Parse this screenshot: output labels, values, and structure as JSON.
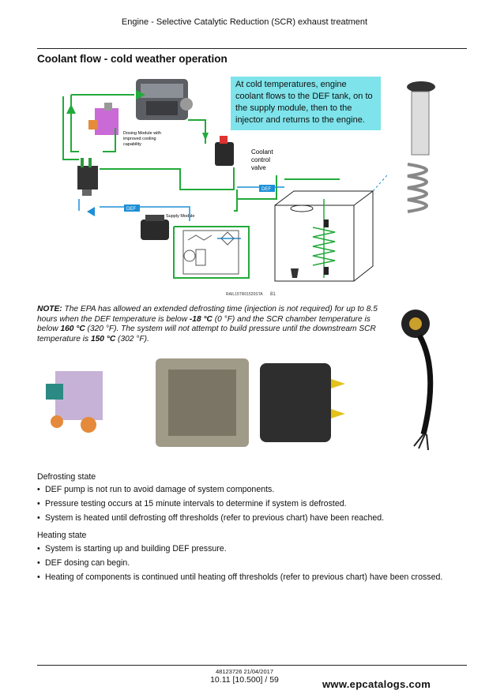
{
  "header": {
    "title": "Engine - Selective Catalytic Reduction (SCR) exhaust treatment"
  },
  "section_title": "Coolant flow - cold weather operation",
  "callout": "At cold temperatures, engine coolant flows to the DEF tank, on to the supply module, then to the injector and returns to the engine.",
  "diagram": {
    "dosing_label": "Dosing Module with improved cooling capability",
    "coolant_valve_label": "Coolant control valve",
    "def_tag": "DEF",
    "supply_label": "Supply Module",
    "code": "RAIL15TR01520STA",
    "page_ref": "81"
  },
  "note": {
    "lead": "NOTE:",
    "text1": " The EPA has allowed an extended defrosting time (injection is not required) for up to 8.5 hours when the DEF temperature is below ",
    "t1": "-18 °C",
    "t1f": " (0 °F)",
    "text2": " and the SCR chamber temperature is below ",
    "t2": "160 °C",
    "t2f": " (320 °F)",
    "text3": ". The system will not attempt to build pressure until the downstream SCR temperature is ",
    "t3": "150 °C",
    "t3f": " (302 °F)",
    "text4": "."
  },
  "defrost": {
    "title": "Defrosting state",
    "items": [
      "DEF pump is not run to avoid damage of system components.",
      "Pressure testing occurs at 15 minute intervals to determine if system is defrosted.",
      "System is heated until defrosting off thresholds (refer to previous chart) have been reached."
    ]
  },
  "heating": {
    "title": "Heating state",
    "items": [
      "System is starting up and building DEF pressure.",
      "DEF dosing can begin.",
      "Heating of components is continued until heating off thresholds (refer to previous chart) have been crossed."
    ]
  },
  "footer": {
    "doc": "48123726 21/04/2017",
    "page": "10.11 [10.500] / 59",
    "watermark": "www.epcatalogs.com"
  },
  "colors": {
    "callout_bg": "#7ee3ea",
    "coolant_green": "#22aa3a",
    "def_blue": "#1e8fd6"
  }
}
